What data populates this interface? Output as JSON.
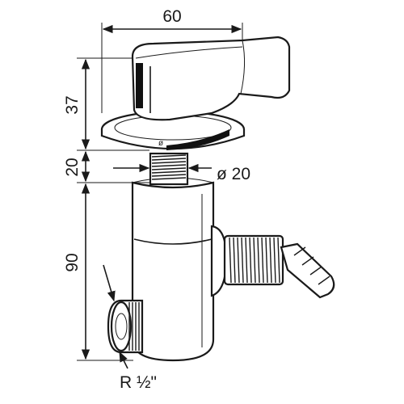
{
  "dimensions": {
    "width_top": "60",
    "handle_height": "37",
    "neck_height": "20",
    "neck_diameter": "ø 20",
    "body_height": "90",
    "thread_size": "R ½\""
  },
  "handle_mark": "ø",
  "colors": {
    "line": "#1a1a1a",
    "fill": "#ffffff",
    "dark": "#111111"
  }
}
